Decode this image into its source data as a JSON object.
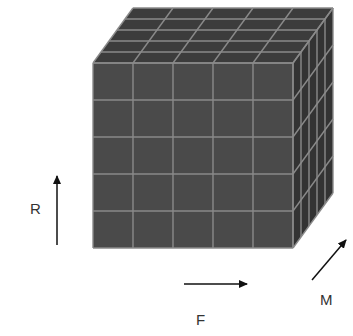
{
  "diagram": {
    "labels": [
      "R",
      "F",
      "M"
    ]
  }
}
